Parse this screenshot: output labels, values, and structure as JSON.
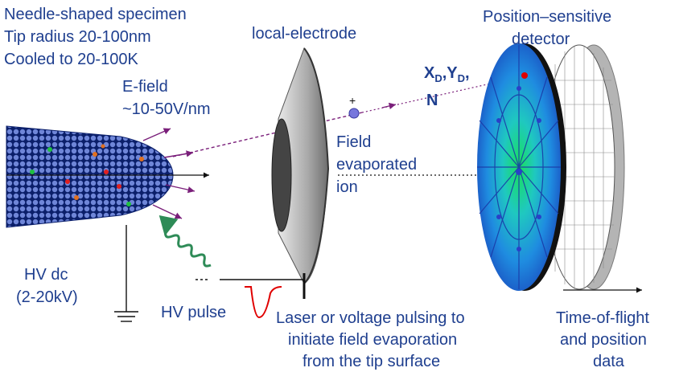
{
  "specimen": {
    "line1": "Needle-shaped specimen",
    "line2": "Tip radius 20-100nm",
    "line3": "Cooled to 20-100K"
  },
  "efield": {
    "line1": "E-field",
    "line2": "~10-50V/nm"
  },
  "electrode": {
    "label": "local-electrode"
  },
  "detector": {
    "line1": "Position–sensitive",
    "line2": "detector"
  },
  "coords": {
    "x": "X",
    "x_sub": "D",
    "y": "Y",
    "y_sub": "D",
    "n": "N"
  },
  "ion": {
    "line1": "Field",
    "line2": "evaporated",
    "line3": "ion",
    "charge": "+"
  },
  "hv_dc": {
    "line1": "HV dc",
    "line2": "(2-20kV)"
  },
  "hv_pulse": {
    "label": "HV pulse"
  },
  "laser": {
    "line1": "Laser or voltage pulsing to",
    "line2": "initiate field evaporation",
    "line3": "from the tip surface"
  },
  "tof": {
    "line1": "Time-of-flight",
    "line2": "and position",
    "line3": "data"
  },
  "colors": {
    "label_blue": "#1f3f8f",
    "field_arrow": "#7a1f7a",
    "laser_wave": "#2e8b57",
    "pulse": "#e00000",
    "ion_ball": "#7777dd"
  }
}
